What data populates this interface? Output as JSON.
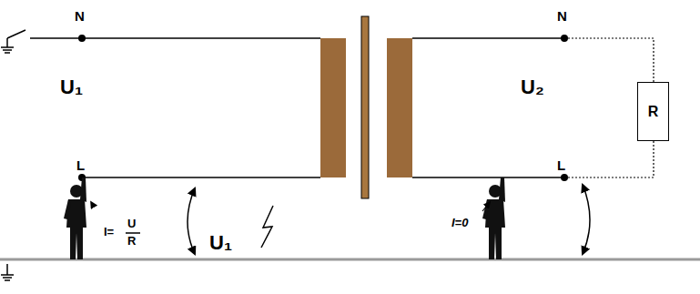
{
  "diagram": {
    "nodes": [
      {
        "text": [
          "R"
        ]
      }
    ],
    "labels": [
      "N",
      "N",
      "U₁",
      "U₂",
      "L",
      "L",
      "I=",
      "U",
      "R",
      "U₁",
      "I=0"
    ]
  }
}
